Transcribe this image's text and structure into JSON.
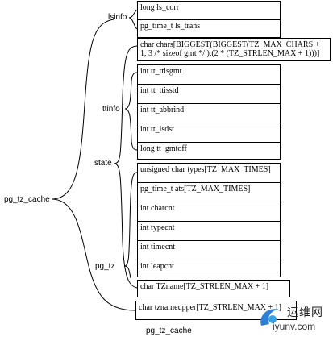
{
  "root_label": "pg_tz_cache",
  "caption": "pg_tz_cache",
  "labels": {
    "lsinfo": "lsinfo",
    "ttinfo": "ttinfo",
    "state": "state",
    "pg_tz": "pg_tz"
  },
  "fields": {
    "ls_corr": "long ls_corr",
    "ls_trans": "pg_time_t ls_trans",
    "chars": "char chars[BIGGEST(BIGGEST(TZ_MAX_CHARS + 1, 3 /* sizeof gmt */ ),(2 * (TZ_STRLEN_MAX + 1)))]",
    "tt_gmtoff_group": {
      "tt_ttisgmt": "int tt_ttisgmt",
      "tt_ttisstd": "int tt_ttisstd",
      "tt_abbrind": "int tt_abbrind",
      "tt_isdst": "int tt_isdst",
      "tt_gmtoff": "long tt_gmtoff"
    },
    "types": "unsigned char types[TZ_MAX_TIMES]",
    "ats": "pg_time_t ats[TZ_MAX_TIMES]",
    "charcnt": "int charcnt",
    "typecnt": "int typecnt",
    "timecnt": "int timecnt",
    "leapcnt": "int leapcnt",
    "TZname": "char TZname[TZ_STRLEN_MAX + 1]",
    "tznameupper": "char tznameupper[TZ_STRLEN_MAX + 1]"
  },
  "watermark": {
    "cn": "运维网",
    "url": "iyunv.com"
  }
}
